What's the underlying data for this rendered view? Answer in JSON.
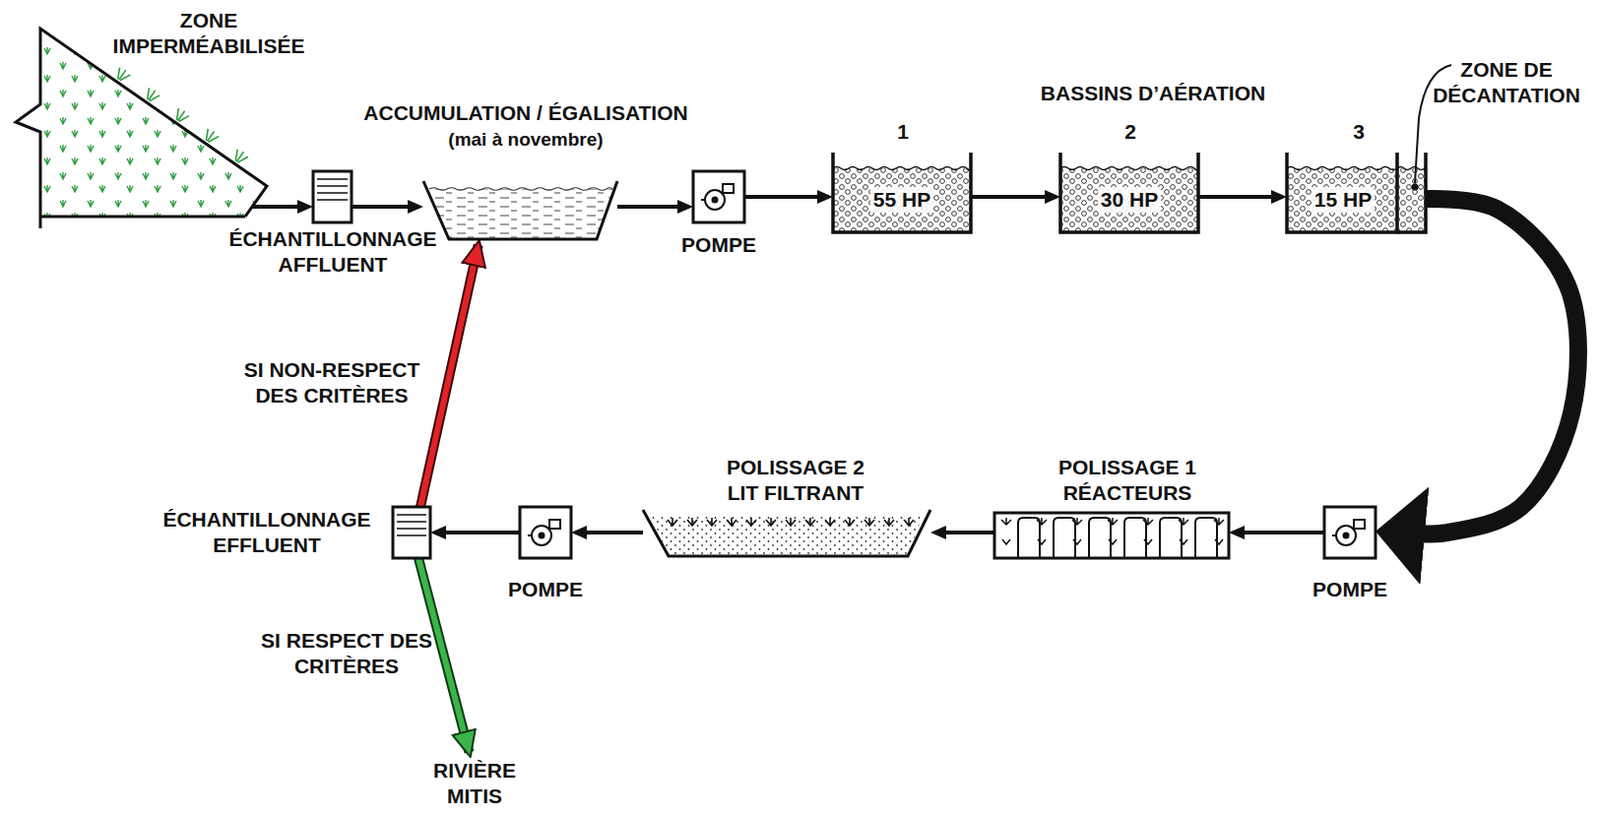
{
  "diagram": {
    "nodes": [
      {
        "text": [
          "ZONE IMPERMÉABILISÉE"
        ]
      },
      {
        "text": [
          "ÉCHANTILLONNAGE AFFLUENT"
        ]
      },
      {
        "text": [
          "ACCUMULATION / ÉGALISATION",
          "(mai à novembre)"
        ]
      },
      {
        "text": [
          "POMPE"
        ]
      },
      {
        "text": [
          "1",
          "55 HP"
        ]
      },
      {
        "text": [
          "2",
          "30 HP"
        ]
      },
      {
        "text": [
          "3",
          "15 HP"
        ]
      },
      {
        "text": [
          "ZONE DE DÉCANTATION"
        ]
      },
      {
        "text": [
          "POMPE"
        ]
      },
      {
        "text": [
          "POLISSAGE 1 RÉACTEURS"
        ]
      },
      {
        "text": [
          "POLISSAGE 2 LIT FILTRANT"
        ]
      },
      {
        "text": [
          "POMPE"
        ]
      },
      {
        "text": [
          "ÉCHANTILLONNAGE EFFLUENT"
        ]
      },
      {
        "text": [
          "RIVIÈRE MITIS"
        ]
      }
    ],
    "edges": [
      {
        "from": 0,
        "to": 1,
        "arrow": "to"
      },
      {
        "from": 1,
        "to": 2,
        "arrow": "to"
      },
      {
        "from": 2,
        "to": 3,
        "arrow": "to"
      },
      {
        "from": 3,
        "to": 4,
        "arrow": "to"
      },
      {
        "from": 4,
        "to": 5,
        "arrow": "to"
      },
      {
        "from": 5,
        "to": 6,
        "arrow": "to"
      },
      {
        "from": 7,
        "to": 8,
        "arrow": "to"
      },
      {
        "from": 8,
        "to": 9,
        "arrow": "to"
      },
      {
        "from": 9,
        "to": 10,
        "arrow": "to"
      },
      {
        "from": 10,
        "to": 11,
        "arrow": "to"
      },
      {
        "from": 11,
        "to": 12,
        "arrow": "to"
      },
      {
        "from": 12,
        "to": 2,
        "label": "SI NON-RESPECT DES CRITÈRES",
        "arrow": "to"
      },
      {
        "from": 12,
        "to": 13,
        "label": "SI RESPECT DES CRITÈRES",
        "arrow": "to"
      }
    ],
    "labels": [
      "BASSINS D’AÉRATION"
    ]
  }
}
